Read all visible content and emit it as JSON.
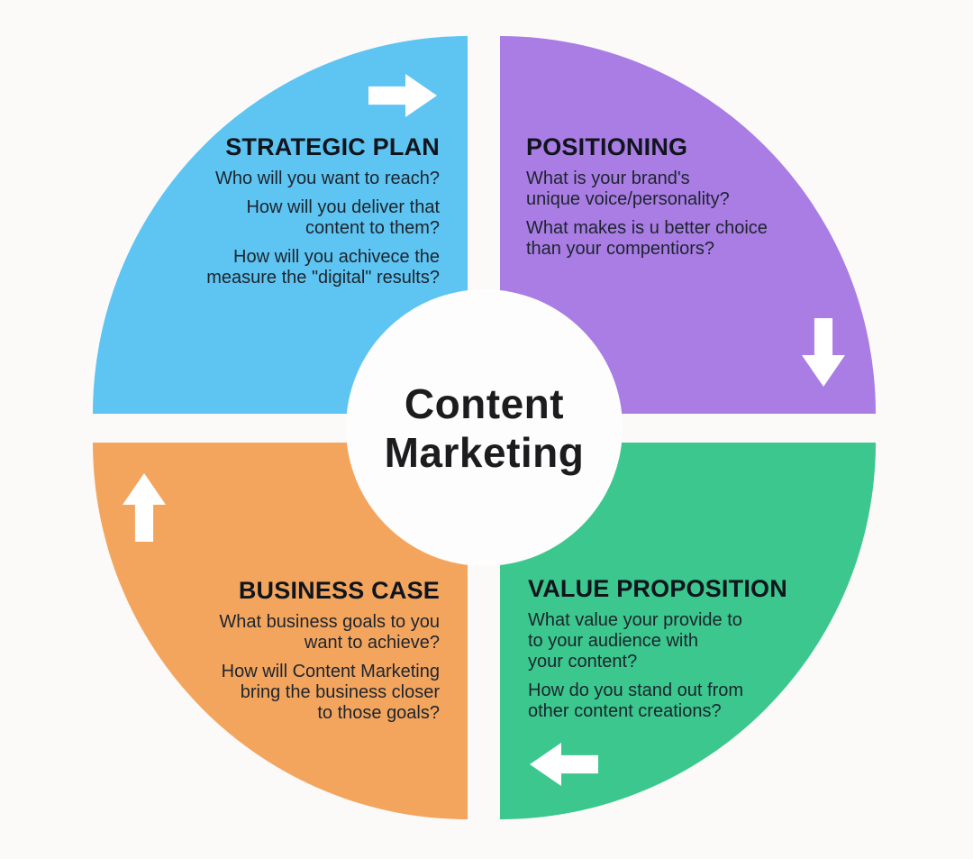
{
  "diagram": {
    "title": "Content\nMarketing",
    "colors": {
      "background": "#fbfaf9",
      "center_circle": "#fdfdfd",
      "arrow": "#ffffff",
      "heading_text": "#10151d",
      "body_text": "#1d242e"
    },
    "quadrants": [
      {
        "id": "strategic-plan",
        "heading": "STRATEGIC PLAN",
        "color": "#5ec4f1",
        "arrow_direction": "right",
        "paragraphs": [
          "Who will you want to reach?",
          "How will you deliver that\ncontent to them?",
          "How will you achivece the\nmeasure the \"digital\" results?"
        ]
      },
      {
        "id": "positioning",
        "heading": "POSITIONING",
        "color": "#a97de4",
        "arrow_direction": "down",
        "paragraphs": [
          "What is your brand's\nunique voice/personality?",
          "What makes is u better choice\nthan your compentiors?"
        ]
      },
      {
        "id": "business-case",
        "heading": "BUSINESS CASE",
        "color": "#f3a55e",
        "arrow_direction": "up",
        "paragraphs": [
          "What business goals to you\nwant to achieve?",
          "How will Content Marketing\nbring the business closer\nto those goals?"
        ]
      },
      {
        "id": "value-proposition",
        "heading": "VALUE PROPOSITION",
        "color": "#3bc78d",
        "arrow_direction": "left",
        "paragraphs": [
          "What value your provide to\nto your audience with\nyour content?",
          "How do you stand out from\nother content creations?"
        ]
      }
    ]
  }
}
